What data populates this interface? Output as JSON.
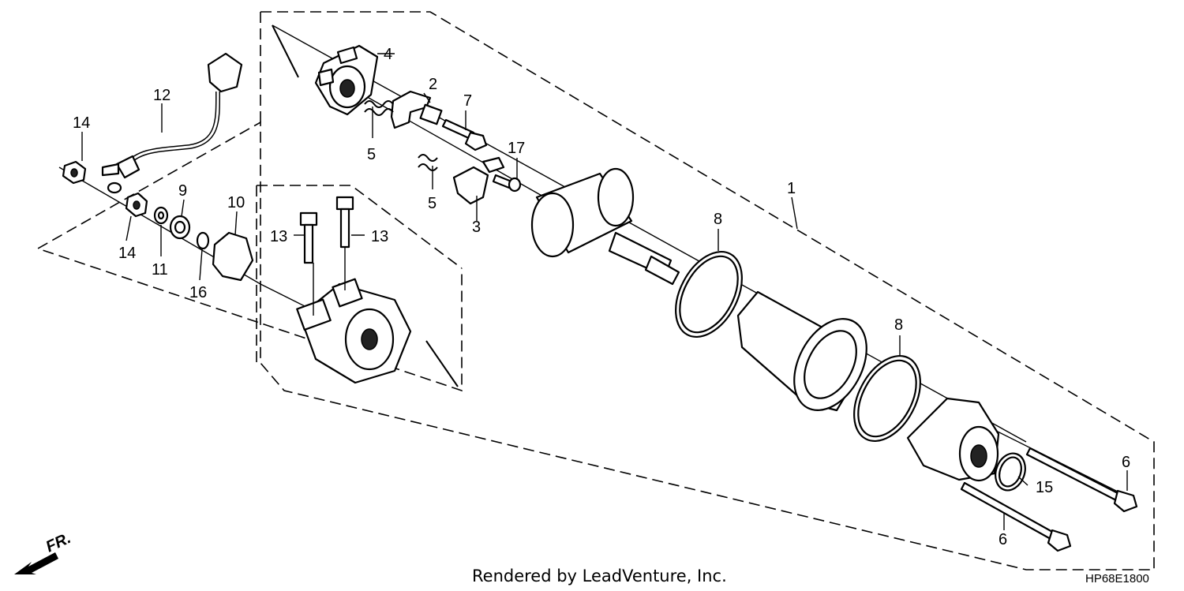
{
  "callouts": {
    "c1": "1",
    "c2": "2",
    "c3": "3",
    "c4": "4",
    "c5a": "5",
    "c5b": "5",
    "c6a": "6",
    "c6b": "6",
    "c7": "7",
    "c8a": "8",
    "c8b": "8",
    "c9": "9",
    "c10": "10",
    "c11": "11",
    "c12": "12",
    "c13a": "13",
    "c13b": "13",
    "c14a": "14",
    "c14b": "14",
    "c15": "15",
    "c16": "16",
    "c17": "17"
  },
  "direction_label": "FR.",
  "footer": {
    "rendered_by": "Rendered by LeadVenture, Inc.",
    "diagram_code": "HP68E1800"
  }
}
